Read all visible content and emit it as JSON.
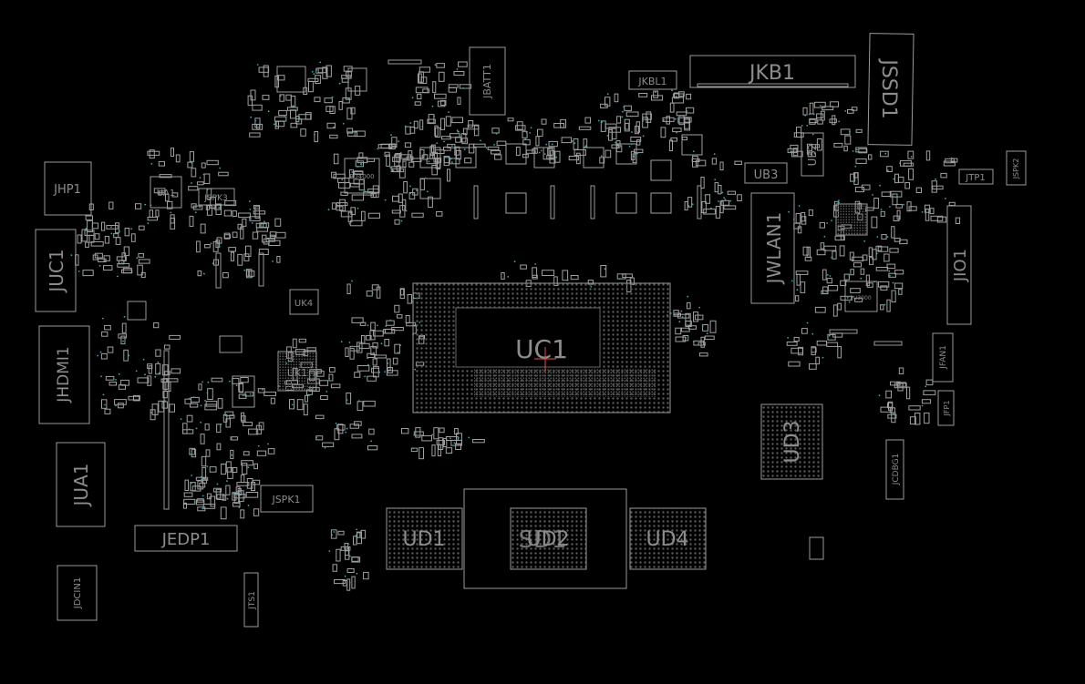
{
  "colors": {
    "background": "#000000",
    "outline": "#9a9a9a",
    "label": "#8c8c8c",
    "via": "#3aa7b0",
    "marker": "#e05050"
  },
  "components": {
    "JKB1": "JKB1",
    "JSSD1": "JSSD1",
    "JBATT1": "JBATT1",
    "JKBL1": "JKBL1",
    "JHP1": "JHP1",
    "UA1": "UA1",
    "JSPK3": "JSPK3",
    "JUC1": "JUC1",
    "JHDMI1": "JHDMI1",
    "JUA1": "JUA1",
    "JEDP1": "JEDP1",
    "JDCIN1": "JDCIN1",
    "JTS1": "JTS1",
    "JSPK1": "JSPK1",
    "UK4": "UK4",
    "UK1": "UK1",
    "UC1": "UC1",
    "UD1": "UD1",
    "SD1": "SD1",
    "UD2": "UD2",
    "UD4": "UD4",
    "UD3": "UD3",
    "JWLAN1": "JWLAN1",
    "UB3": "UB3",
    "UB2": "UB2",
    "JIO1": "JIO1",
    "JTP1": "JTP1",
    "JSPK2": "JSPK2",
    "JFAN1": "JFAN1",
    "JFP1": "JFP1",
    "JCDBG1": "JCDBG1",
    "PU4000": "PU4000",
    "PU3000": "PU3000"
  }
}
